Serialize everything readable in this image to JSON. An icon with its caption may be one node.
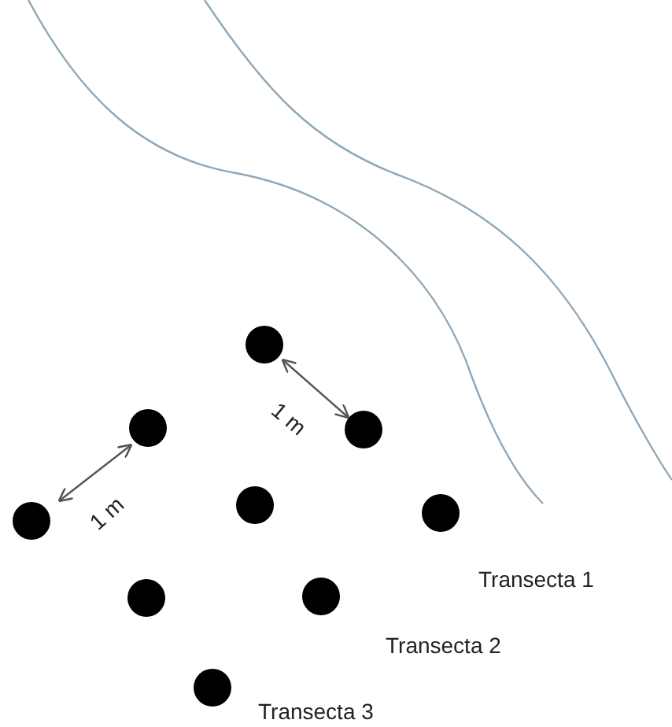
{
  "diagram": {
    "labels": [
      "1 m",
      "1 m",
      "Transecta 1",
      "Transecta 2",
      "Transecta 3"
    ]
  }
}
